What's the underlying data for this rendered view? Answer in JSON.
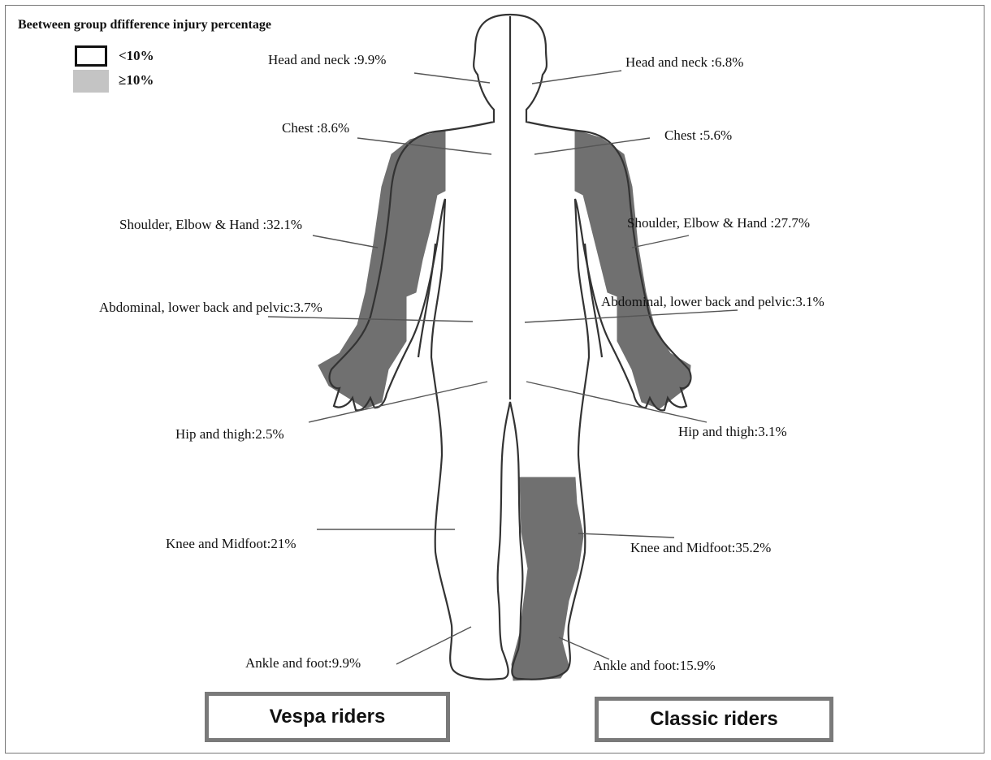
{
  "legend": {
    "title": "Beetween group dfifference injury percentage",
    "items": [
      {
        "label": "<10%",
        "fill": "#ffffff",
        "border": "#111111"
      },
      {
        "label": "≥10%",
        "fill": "#c4c4c4",
        "border": "#c4c4c4"
      }
    ]
  },
  "colors": {
    "shaded": "#707070",
    "outline": "#333333",
    "leader": "#555555"
  },
  "groups": {
    "left": "Vespa riders",
    "right": "Classic riders"
  },
  "vespa": [
    {
      "region": "head-neck",
      "text": "Head and neck :9.9%",
      "value": 9.9
    },
    {
      "region": "chest",
      "text": "Chest :8.6%",
      "value": 8.6
    },
    {
      "region": "shoulder-elbow-hand",
      "text": "Shoulder, Elbow & Hand :32.1%",
      "value": 32.1
    },
    {
      "region": "abdominal",
      "text": "Abdominal, lower back and pelvic:3.7%",
      "value": 3.7
    },
    {
      "region": "hip-thigh",
      "text": "Hip and thigh:2.5%",
      "value": 2.5
    },
    {
      "region": "knee-midfoot",
      "text": "Knee and Midfoot:21%",
      "value": 21
    },
    {
      "region": "ankle-foot",
      "text": "Ankle and foot:9.9%",
      "value": 9.9
    }
  ],
  "classic": [
    {
      "region": "head-neck",
      "text": "Head and neck :6.8%",
      "value": 6.8
    },
    {
      "region": "chest",
      "text": "Chest :5.6%",
      "value": 5.6
    },
    {
      "region": "shoulder-elbow-hand",
      "text": "Shoulder, Elbow & Hand :27.7%",
      "value": 27.7
    },
    {
      "region": "abdominal",
      "text": "Abdominal, lower back and pelvic:3.1%",
      "value": 3.1
    },
    {
      "region": "hip-thigh",
      "text": "Hip and thigh:3.1%",
      "value": 3.1
    },
    {
      "region": "knee-midfoot",
      "text": "Knee and Midfoot:35.2%",
      "value": 35.2
    },
    {
      "region": "ankle-foot",
      "text": "Ankle and foot:15.9%",
      "value": 15.9
    }
  ]
}
